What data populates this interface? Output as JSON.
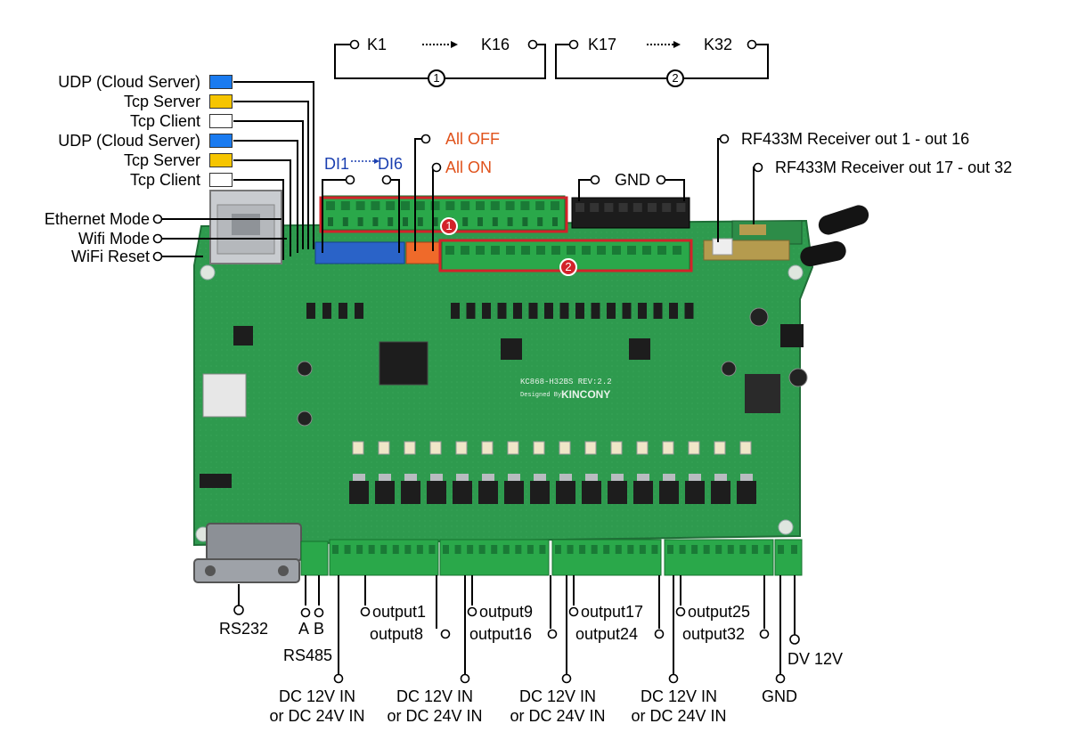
{
  "top_groups": [
    {
      "start": "K1",
      "end": "K16",
      "num": "1"
    },
    {
      "start": "K17",
      "end": "K32",
      "num": "2"
    }
  ],
  "network_labels": [
    "UDP (Cloud Server)",
    "Tcp Server",
    "Tcp Client",
    "UDP (Cloud Server)",
    "Tcp Server",
    "Tcp Client"
  ],
  "network_colors": [
    "#1a7bf0",
    "#f6c500",
    "#ffffff",
    "#1a7bf0",
    "#f6c500",
    "#ffffff"
  ],
  "mode_labels": [
    "Ethernet Mode",
    "Wifi Mode",
    "WiFi Reset"
  ],
  "di_label": {
    "start": "DI1",
    "end": "DI6"
  },
  "all_off": "All OFF",
  "all_on": "All ON",
  "gnd_top": "GND",
  "rf_labels": [
    "RF433M Receiver out 1 - out 16",
    "RF433M Receiver out 17 - out 32"
  ],
  "board_marks": [
    "1",
    "2"
  ],
  "board": {
    "model": "KC868-H32BS  REV:2.2",
    "designed_by": "Designed By",
    "brand": "KINCONY"
  },
  "bottom": {
    "rs232": "RS232",
    "a": "A",
    "b": "B",
    "rs485": "RS485",
    "outputs_top": [
      "output1",
      "output9",
      "output17",
      "output25"
    ],
    "outputs_bottom": [
      "output8",
      "output16",
      "output24",
      "output32"
    ],
    "dc_line1": [
      "DC 12V IN",
      "DC 12V IN",
      "DC 12V IN",
      "DC 12V IN"
    ],
    "dc_line2": [
      "or DC 24V IN",
      "or DC 24V IN",
      "or DC 24V IN",
      "or DC 24V IN"
    ],
    "gnd": "GND",
    "dv12": "DV 12V"
  },
  "colors": {
    "pcb": "#2e9a4e",
    "terminal_green": "#2aa84a",
    "terminal_blue": "#2a63c8",
    "terminal_orange": "#ef6a2a",
    "terminal_black": "#1c1c1c",
    "highlight_red": "#d3222a",
    "label_orange": "#e0521b",
    "label_blue": "#1a3fb0"
  }
}
